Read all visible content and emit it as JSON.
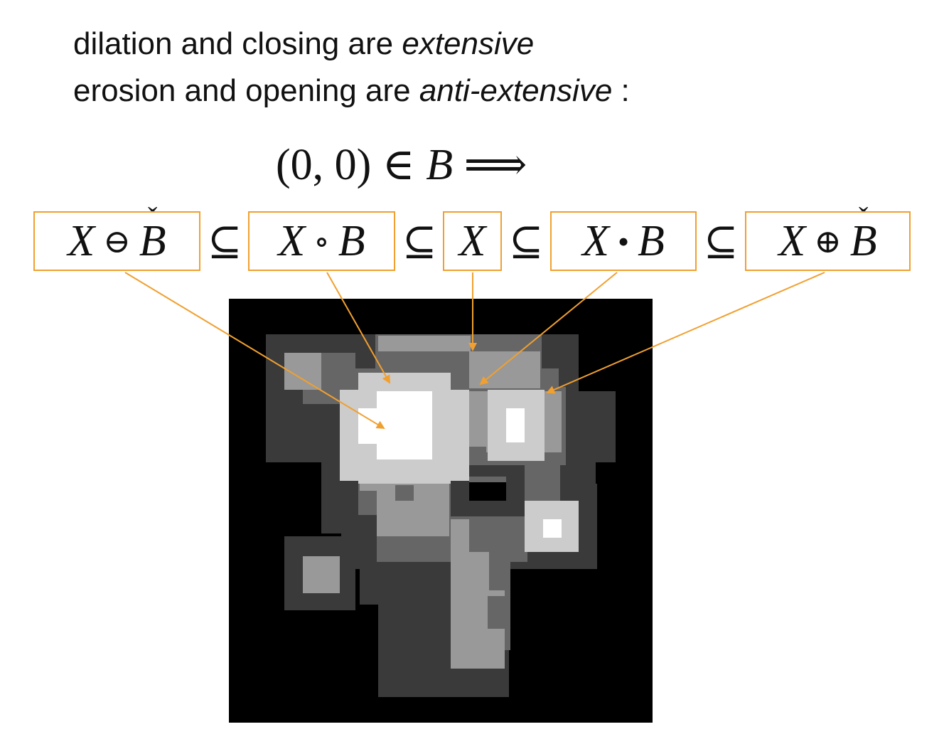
{
  "heading": {
    "line1_prefix": "dilation and closing are ",
    "line1_emph": "extensive",
    "line2_prefix": "erosion and opening are ",
    "line2_emph": "anti-extensive",
    "line2_suffix": " :"
  },
  "premise": {
    "lhs": "(0, 0) ∈ ",
    "set": "B",
    "implies": "⟹"
  },
  "chain": {
    "subset_symbol": "⊆",
    "erosion": {
      "left": "X",
      "op": "⊖",
      "right": "B",
      "accent": "ˇ"
    },
    "opening": {
      "left": "X",
      "op": "∘",
      "right": "B"
    },
    "x": {
      "symbol": "X"
    },
    "closing": {
      "left": "X",
      "op": "•",
      "right": "B"
    },
    "dilation": {
      "left": "X",
      "op": "⊕",
      "right": "B",
      "accent": "ˇ"
    }
  },
  "colors": {
    "box_border": "#f0a030",
    "arrow": "#f0a030",
    "background": "#000000",
    "level_dilation": "#3a3a3a",
    "level_closing": "#666666",
    "level_x": "#999999",
    "level_opening": "#cccccc",
    "level_erosion": "#ffffff"
  }
}
